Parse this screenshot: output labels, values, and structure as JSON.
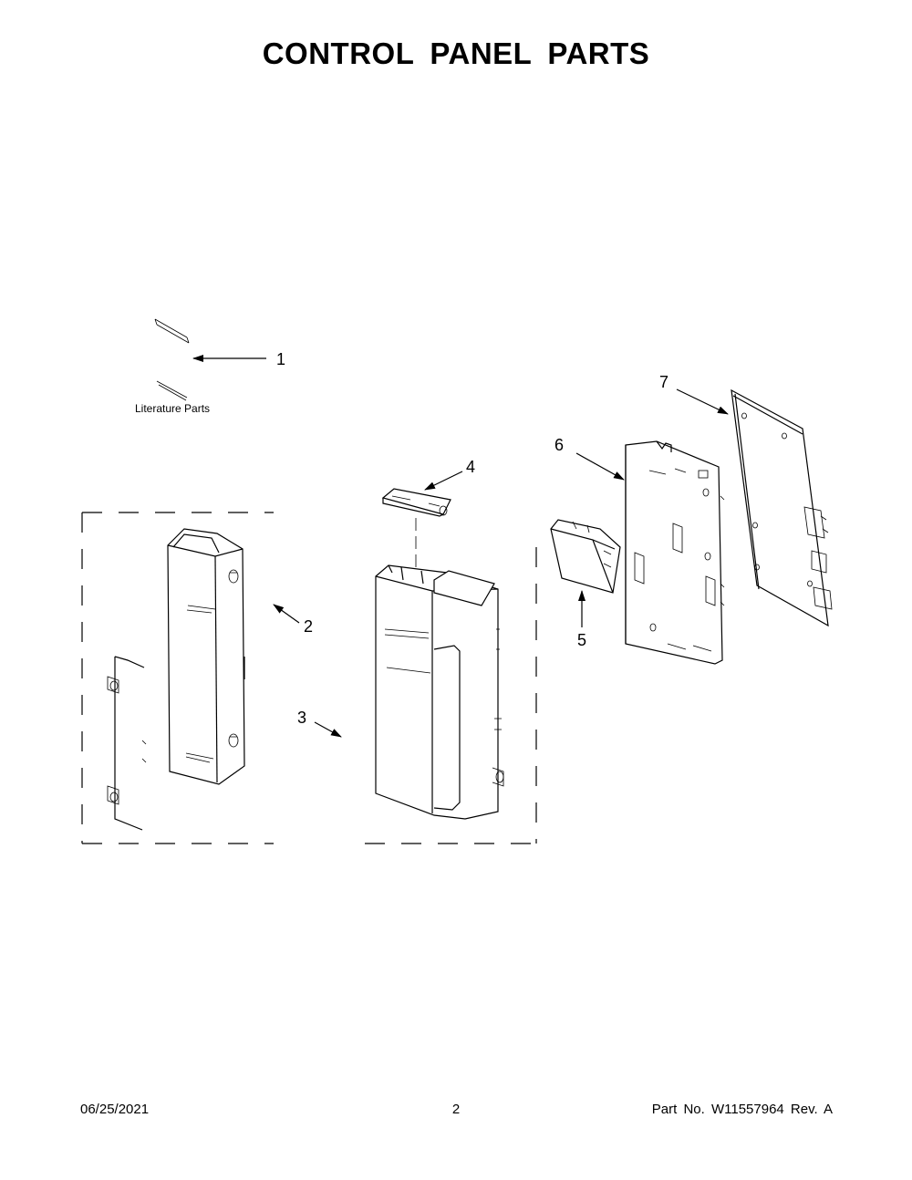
{
  "title": "CONTROL PANEL PARTS",
  "callouts": {
    "c1": "1",
    "c2": "2",
    "c3": "3",
    "c4": "4",
    "c5": "5",
    "c6": "6",
    "c7": "7"
  },
  "literature_label": "Literature Parts",
  "footer": {
    "date": "06/25/2021",
    "page": "2",
    "part": "Part No.  W11557964  Rev.  A"
  }
}
